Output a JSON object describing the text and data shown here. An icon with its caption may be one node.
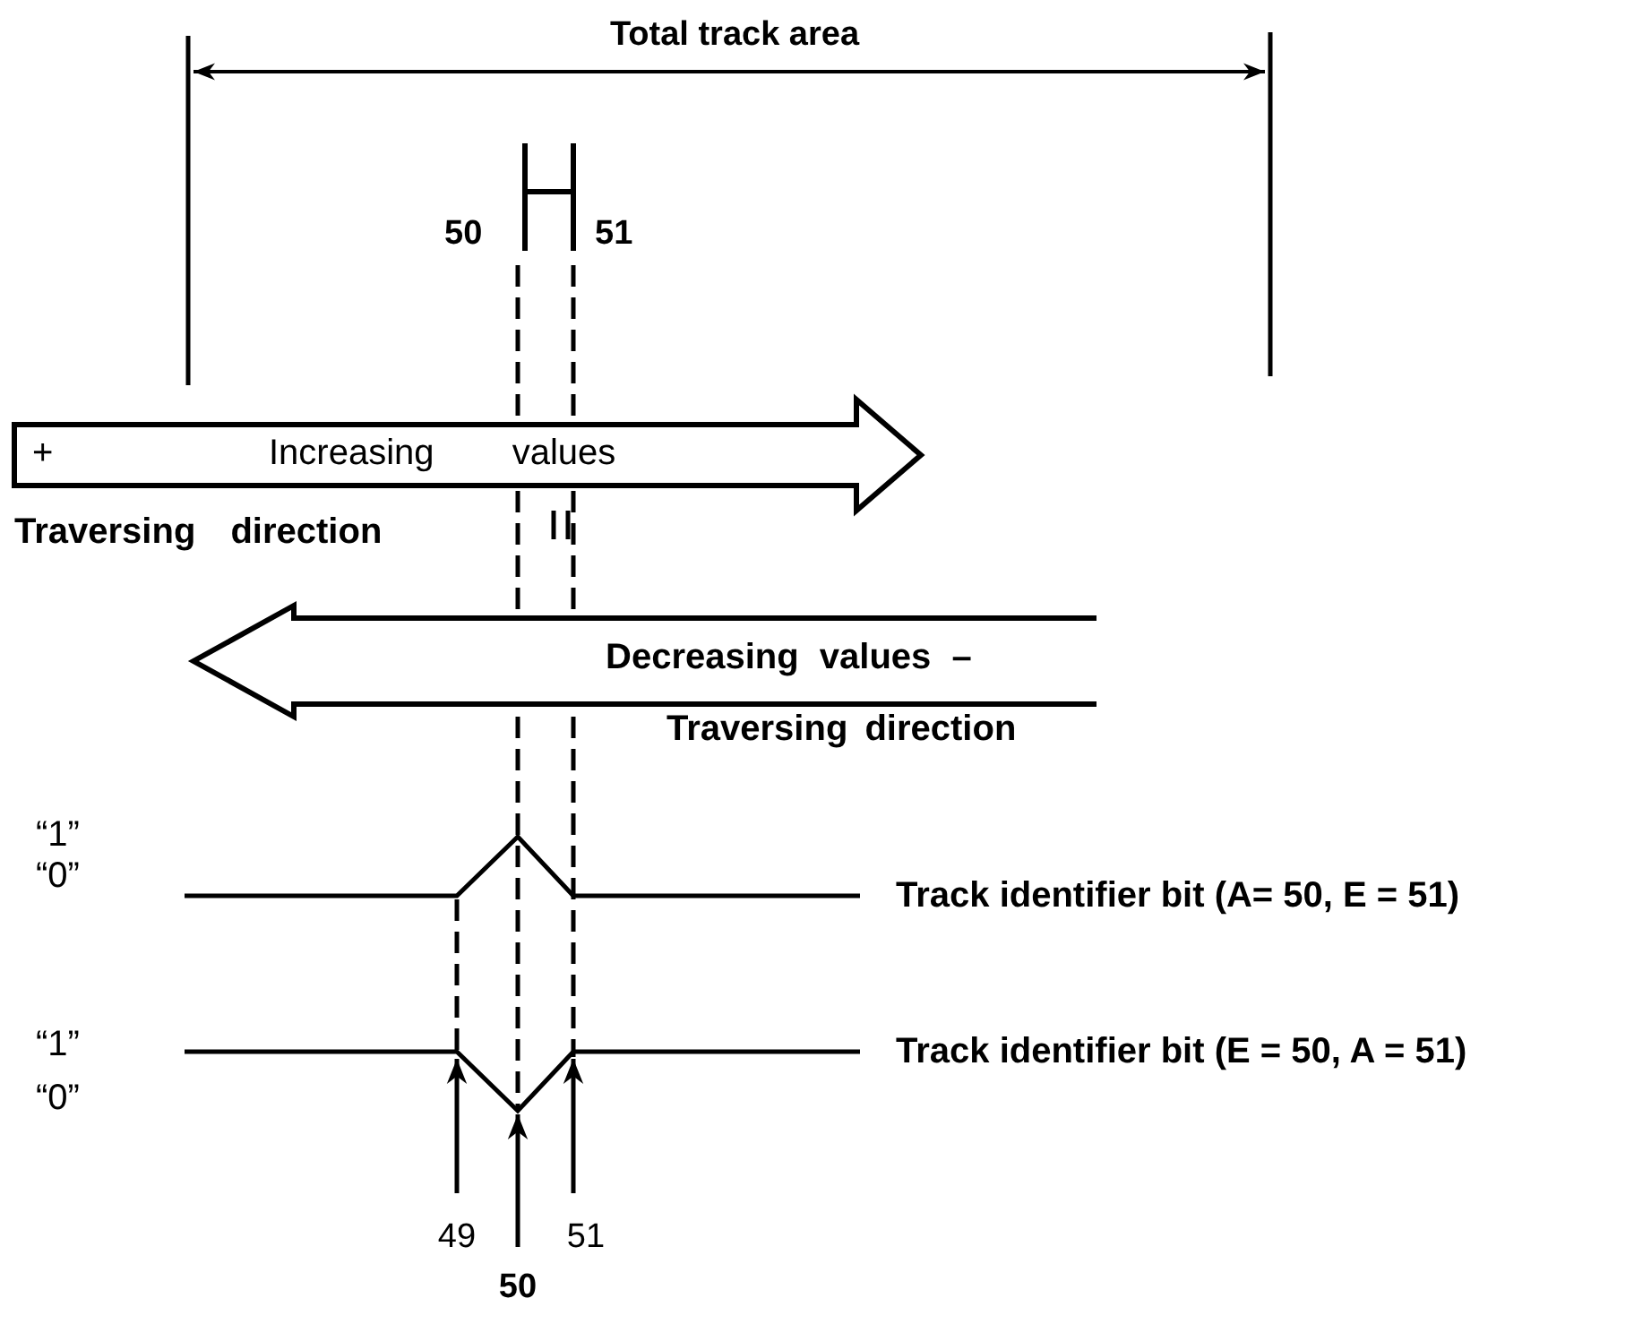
{
  "diagram": {
    "nodes": [
      {
        "text": [
          "+",
          "Increasing values"
        ],
        "beside": [
          "Traversing direction"
        ]
      },
      {
        "text": [
          "Decreasing values –"
        ],
        "beside": [
          "Traversing direction"
        ]
      }
    ],
    "labels": [
      "Total track area",
      "50",
      "51",
      "“1”",
      "“0”",
      "Track identifier bit (A= 50, E = 51)",
      "“1”",
      "“0”",
      "Track identifier bit (E = 50, A = 51)",
      "49",
      "50",
      "51"
    ]
  }
}
